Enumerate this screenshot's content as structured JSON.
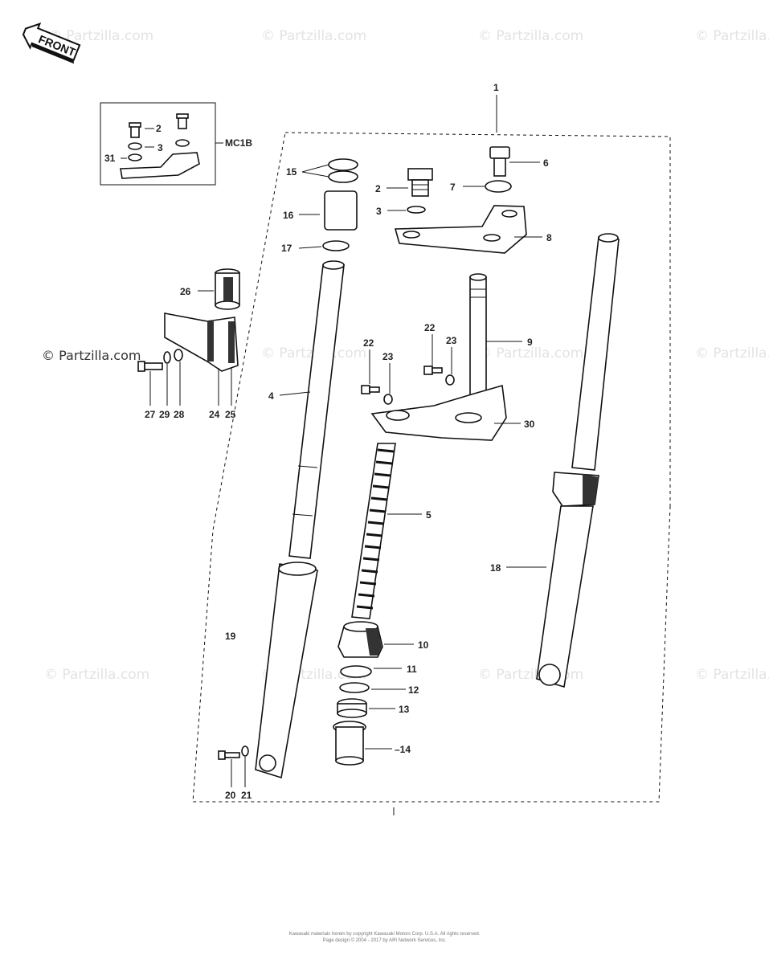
{
  "watermark_text": "© Partzilla.com",
  "front_label": "FRONT",
  "inset_label": "MC1B",
  "callouts": {
    "p1": "1",
    "p2": "2",
    "p3": "3",
    "p4": "4",
    "p5": "5",
    "p6": "6",
    "p7": "7",
    "p8": "8",
    "p9": "9",
    "p10": "10",
    "p11": "11",
    "p12": "12",
    "p13": "13",
    "p14": "–14",
    "p15": "15",
    "p16": "16",
    "p17": "17",
    "p18": "18",
    "p19": "19",
    "p20": "20",
    "p21": "21",
    "p22a": "22",
    "p22b": "22",
    "p23a": "23",
    "p23b": "23",
    "p24": "24",
    "p25": "25",
    "p26": "26",
    "p27": "27",
    "p28": "28",
    "p29": "29",
    "p30": "30",
    "i2": "2",
    "i3": "3",
    "i31": "31"
  },
  "footer": {
    "line1": "Kawasaki materials herein by copyright Kawasaki Motors Corp. U.S.A. All rights reserved.",
    "line2": "Page design © 2004 - 2017 by ARI Network Services, Inc."
  }
}
